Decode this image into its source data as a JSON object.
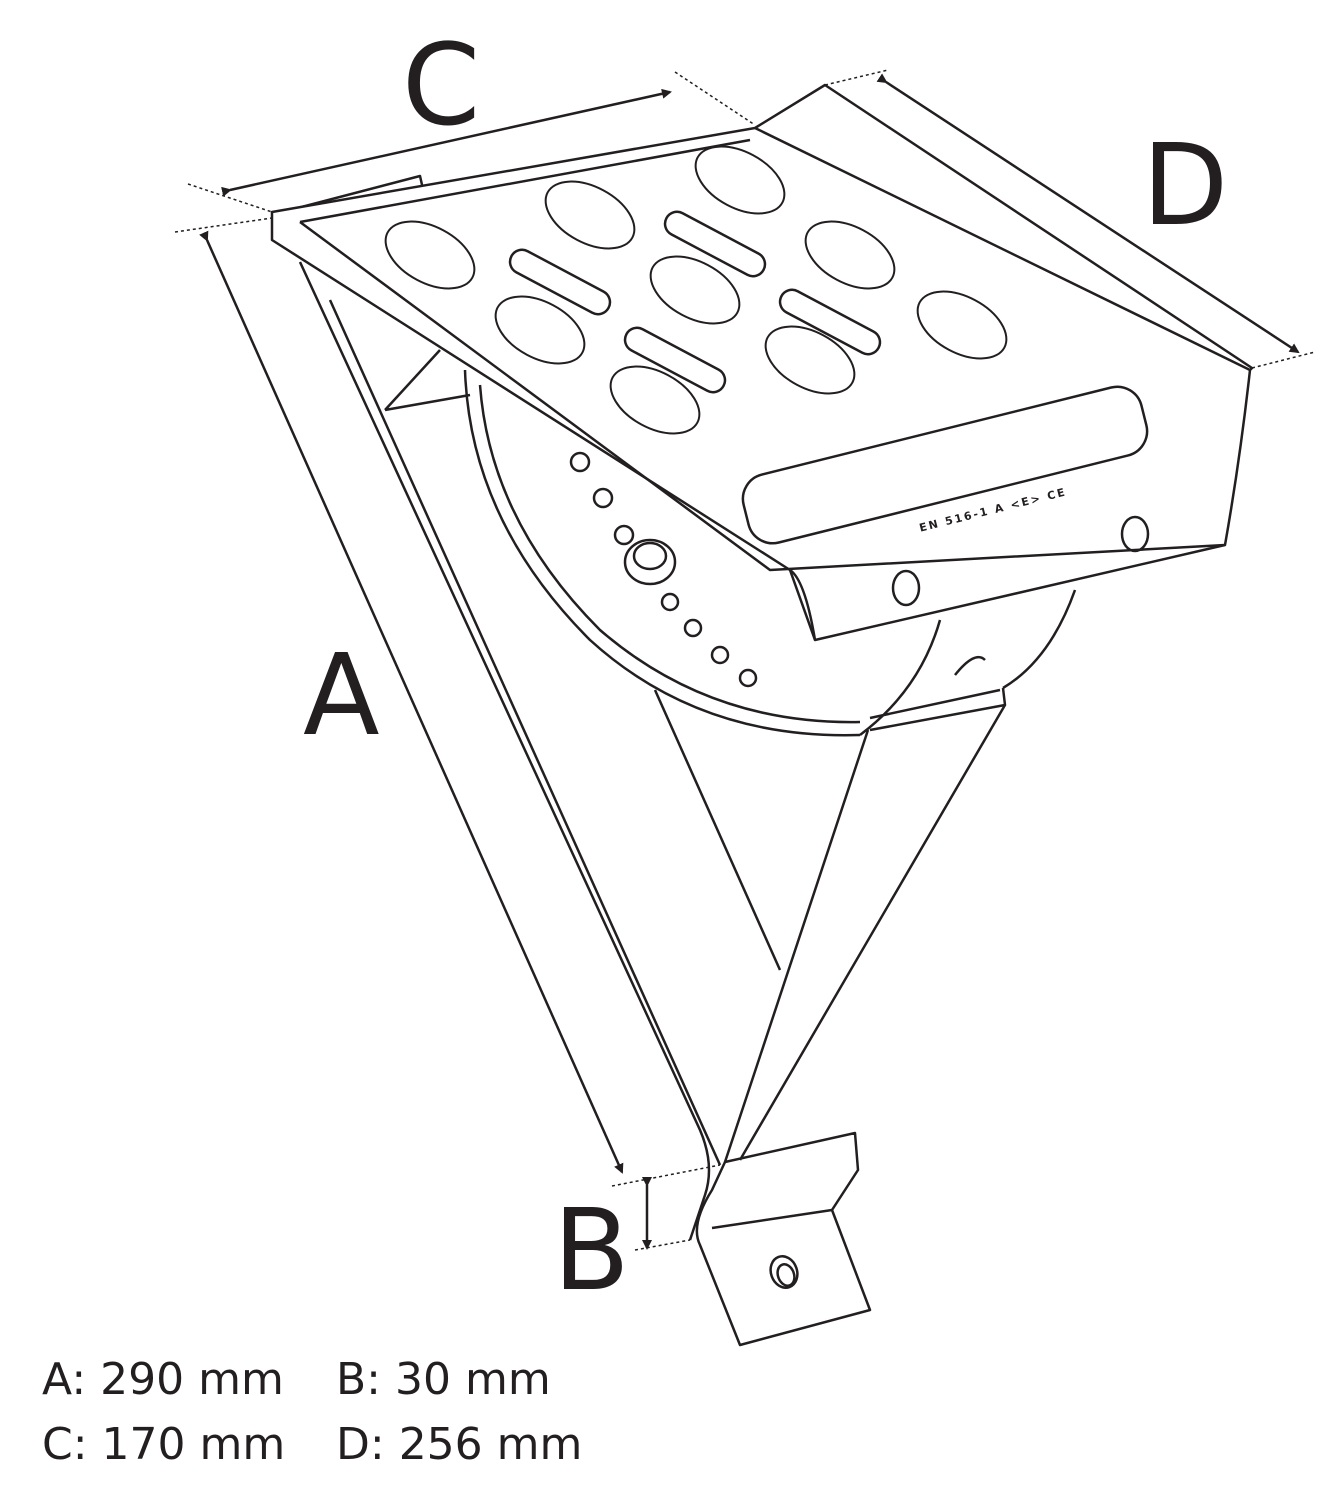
{
  "labels": {
    "a": "A",
    "b": "B",
    "c": "C",
    "d": "D"
  },
  "specs": [
    {
      "text": "A: 290 mm"
    },
    {
      "text": "B: 30 mm"
    },
    {
      "text": "C: 170 mm"
    },
    {
      "text": "D: 256 mm"
    }
  ],
  "marking": "EN 516-1 A <E> CE",
  "colors": {
    "line": "#231f20",
    "background": "#ffffff"
  }
}
